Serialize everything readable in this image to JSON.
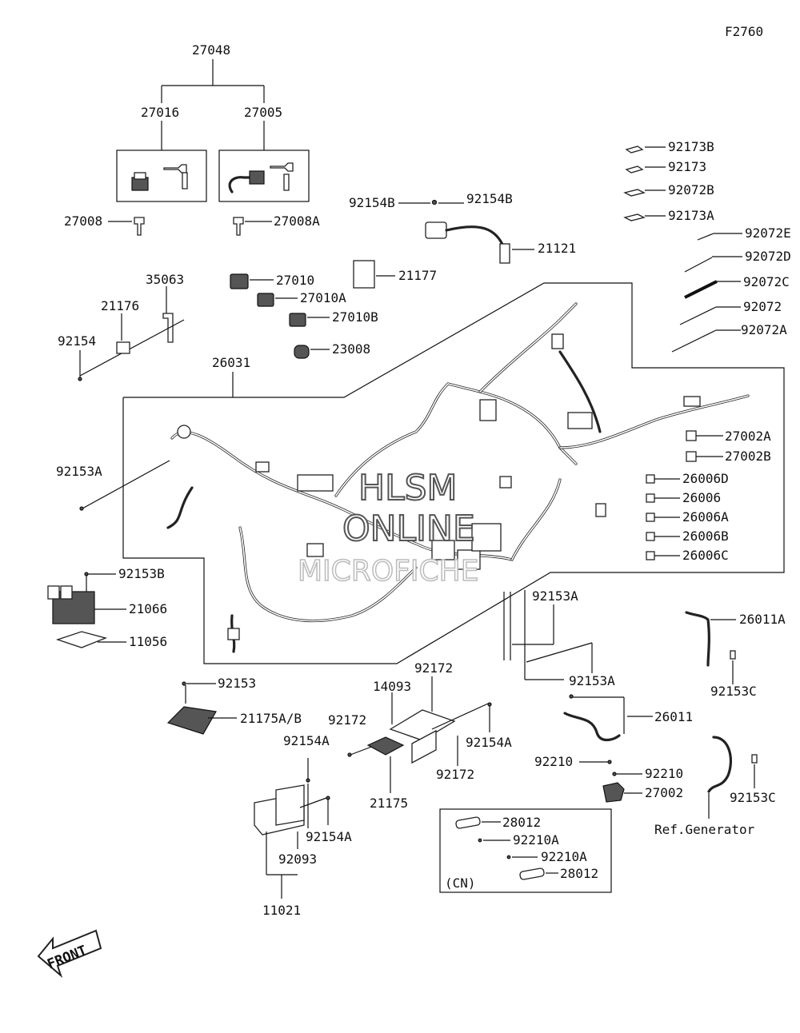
{
  "figure_code": "F2760",
  "watermark": {
    "line1": "HLSM",
    "line2": "ONLINE",
    "line3": "MICROFICHE"
  },
  "front_label": "FRONT",
  "labels": {
    "p27048": "27048",
    "p27016": "27016",
    "p27005": "27005",
    "p27008": "27008",
    "p27008A": "27008A",
    "p92154B_l": "92154B",
    "p92154B_r": "92154B",
    "p21121": "21121",
    "p92173B": "92173B",
    "p92173": "92173",
    "p92072B": "92072B",
    "p92173A": "92173A",
    "p92072E": "92072E",
    "p92072D": "92072D",
    "p92072C": "92072C",
    "p92072": "92072",
    "p92072A": "92072A",
    "p35063": "35063",
    "p21176": "21176",
    "p92154": "92154",
    "p27010": "27010",
    "p27010A": "27010A",
    "p27010B": "27010B",
    "p23008": "23008",
    "p21177": "21177",
    "p26031": "26031",
    "p92153A_l": "92153A",
    "p27002A": "27002A",
    "p27002B": "27002B",
    "p26006D": "26006D",
    "p26006": "26006",
    "p26006A": "26006A",
    "p26006B": "26006B",
    "p26006C": "26006C",
    "p92153B": "92153B",
    "p21066": "21066",
    "p11056": "11056",
    "p92153A_m": "92153A",
    "p92153A_b": "92153A",
    "p26011A": "26011A",
    "p92153C_a": "92153C",
    "p92172_t": "92172",
    "p14093": "14093",
    "p92153": "92153",
    "p21175AB": "21175A/B",
    "p92172_l": "92172",
    "p92154A_r": "92154A",
    "p92154A_t": "92154A",
    "p92172_b": "92172",
    "p21175": "21175",
    "p26011": "26011",
    "p92210_l": "92210",
    "p92210_r": "92210",
    "p27002": "27002",
    "p92153C_b": "92153C",
    "ref_generator": "Ref.Generator",
    "p92154A_b": "92154A",
    "p92093": "92093",
    "p11021": "11021",
    "p28012_a": "28012",
    "p92210A_a": "92210A",
    "p92210A_b": "92210A",
    "p28012_b": "28012",
    "cn": "(CN)"
  }
}
